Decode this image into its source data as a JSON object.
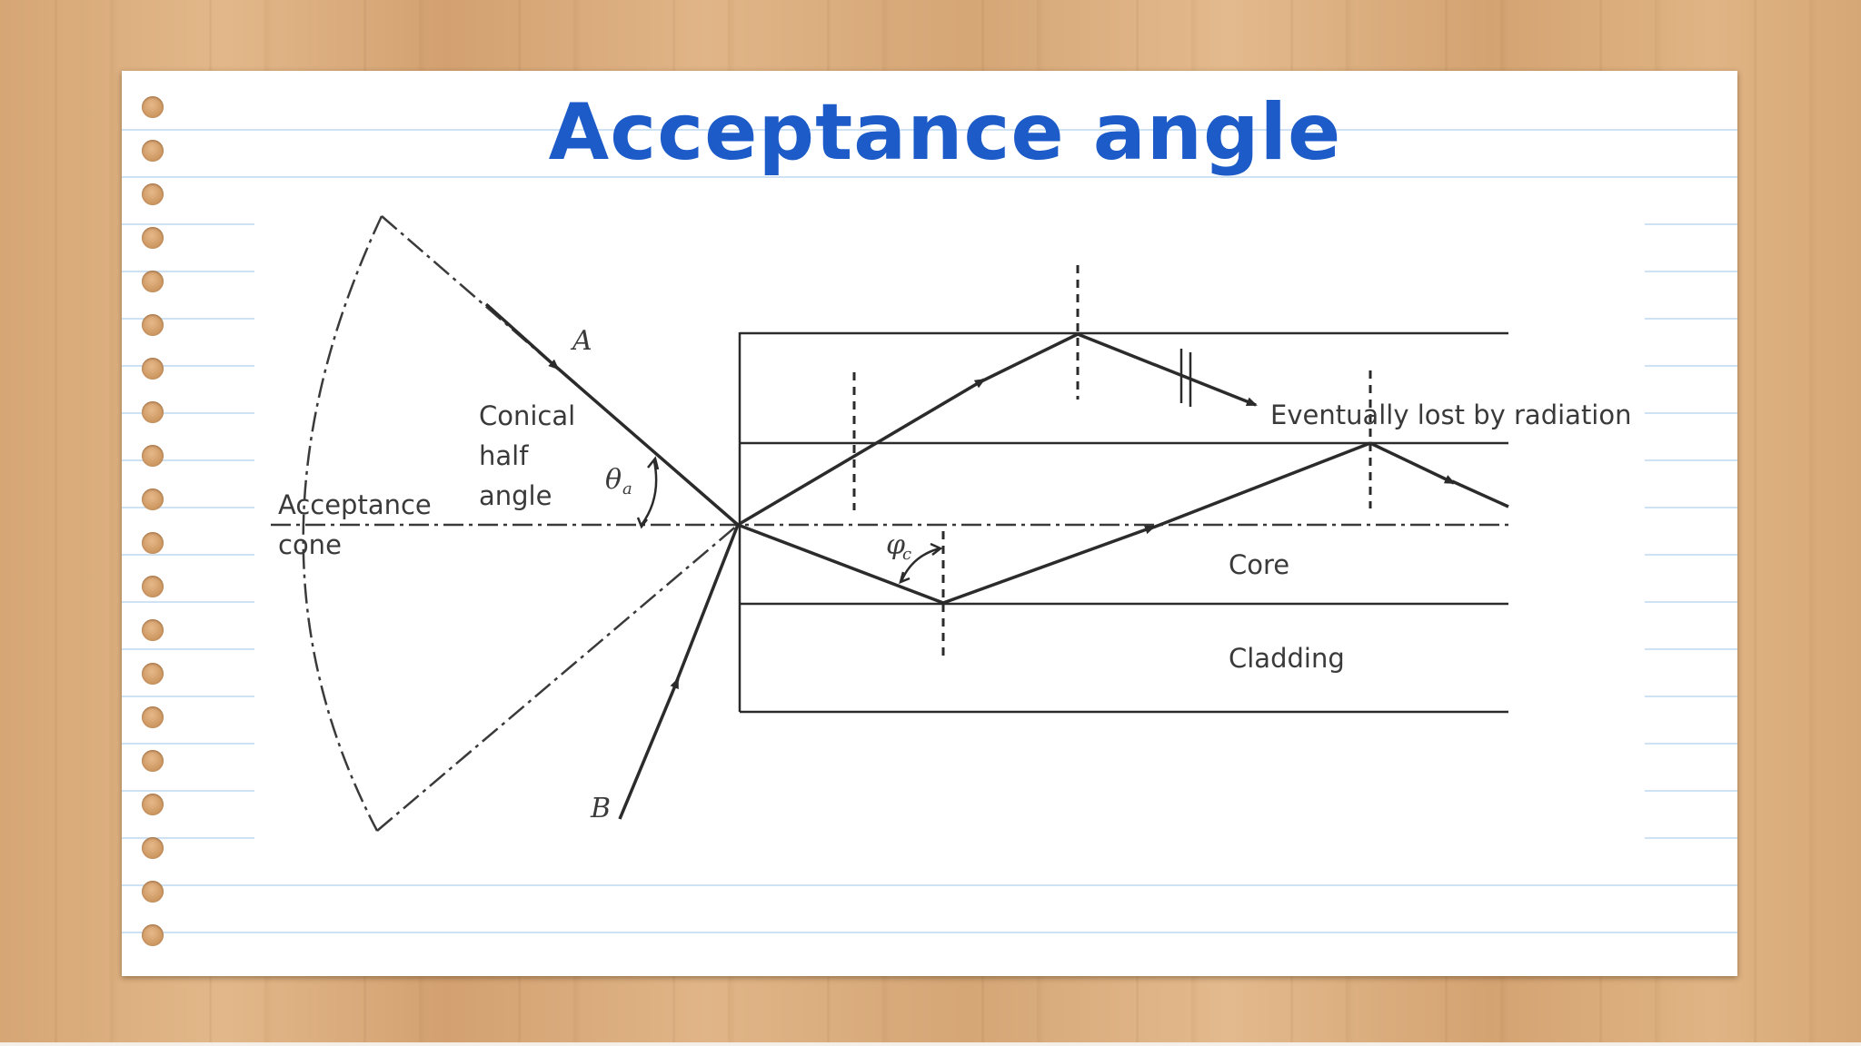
{
  "slide": {
    "title": "Acceptance angle"
  },
  "diagram": {
    "labels": {
      "ray_a": "A",
      "ray_b": "B",
      "conical_line1": "Conical",
      "conical_line2": "half",
      "conical_line3": "angle",
      "acceptance_line1": "Acceptance",
      "acceptance_line2": "cone",
      "theta": "θ",
      "theta_sub": "a",
      "phi": "φ",
      "phi_sub": "c",
      "radiation": "Eventually lost by radiation",
      "core": "Core",
      "cladding": "Cladding"
    }
  },
  "colors": {
    "title": "#1d5bc8",
    "paper_rule": "#cfe2f3",
    "ink": "#2b2b2b"
  }
}
